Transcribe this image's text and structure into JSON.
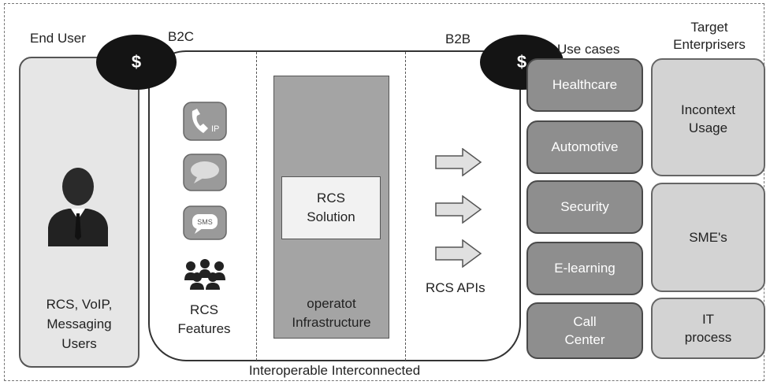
{
  "headers": {
    "end_user": "End User",
    "b2c": "B2C",
    "b2b": "B2B",
    "use_cases": "Use cases",
    "target": "Target\nEnterprisers"
  },
  "dollar_symbol": "$",
  "end_user_panel": {
    "label": "RCS, VoIP,\nMessaging\nUsers",
    "icon": "user-avatar-icon"
  },
  "features": {
    "label": "RCS\nFeatures",
    "icons": [
      "voip-phone-icon",
      "messaging-bubble-icon",
      "sms-icon",
      "group-people-icon"
    ],
    "sms_text": "SMS",
    "ip_text": "IP"
  },
  "infrastructure": {
    "solution": "RCS\nSolution",
    "label": "operatot\nInfrastructure"
  },
  "apis": {
    "label": "RCS APIs"
  },
  "use_cases": [
    "Healthcare",
    "Automotive",
    "Security",
    "E-learning",
    "Call\nCenter"
  ],
  "enterprises": [
    "Incontext\nUsage",
    "SME's",
    "IT\nprocess"
  ],
  "footer": "Interoperable Interconnected",
  "colors": {
    "dark_box": "#8e8e8e",
    "light_box": "#d3d3d3",
    "dollar": "#141414",
    "panel": "#e6e6e6"
  }
}
